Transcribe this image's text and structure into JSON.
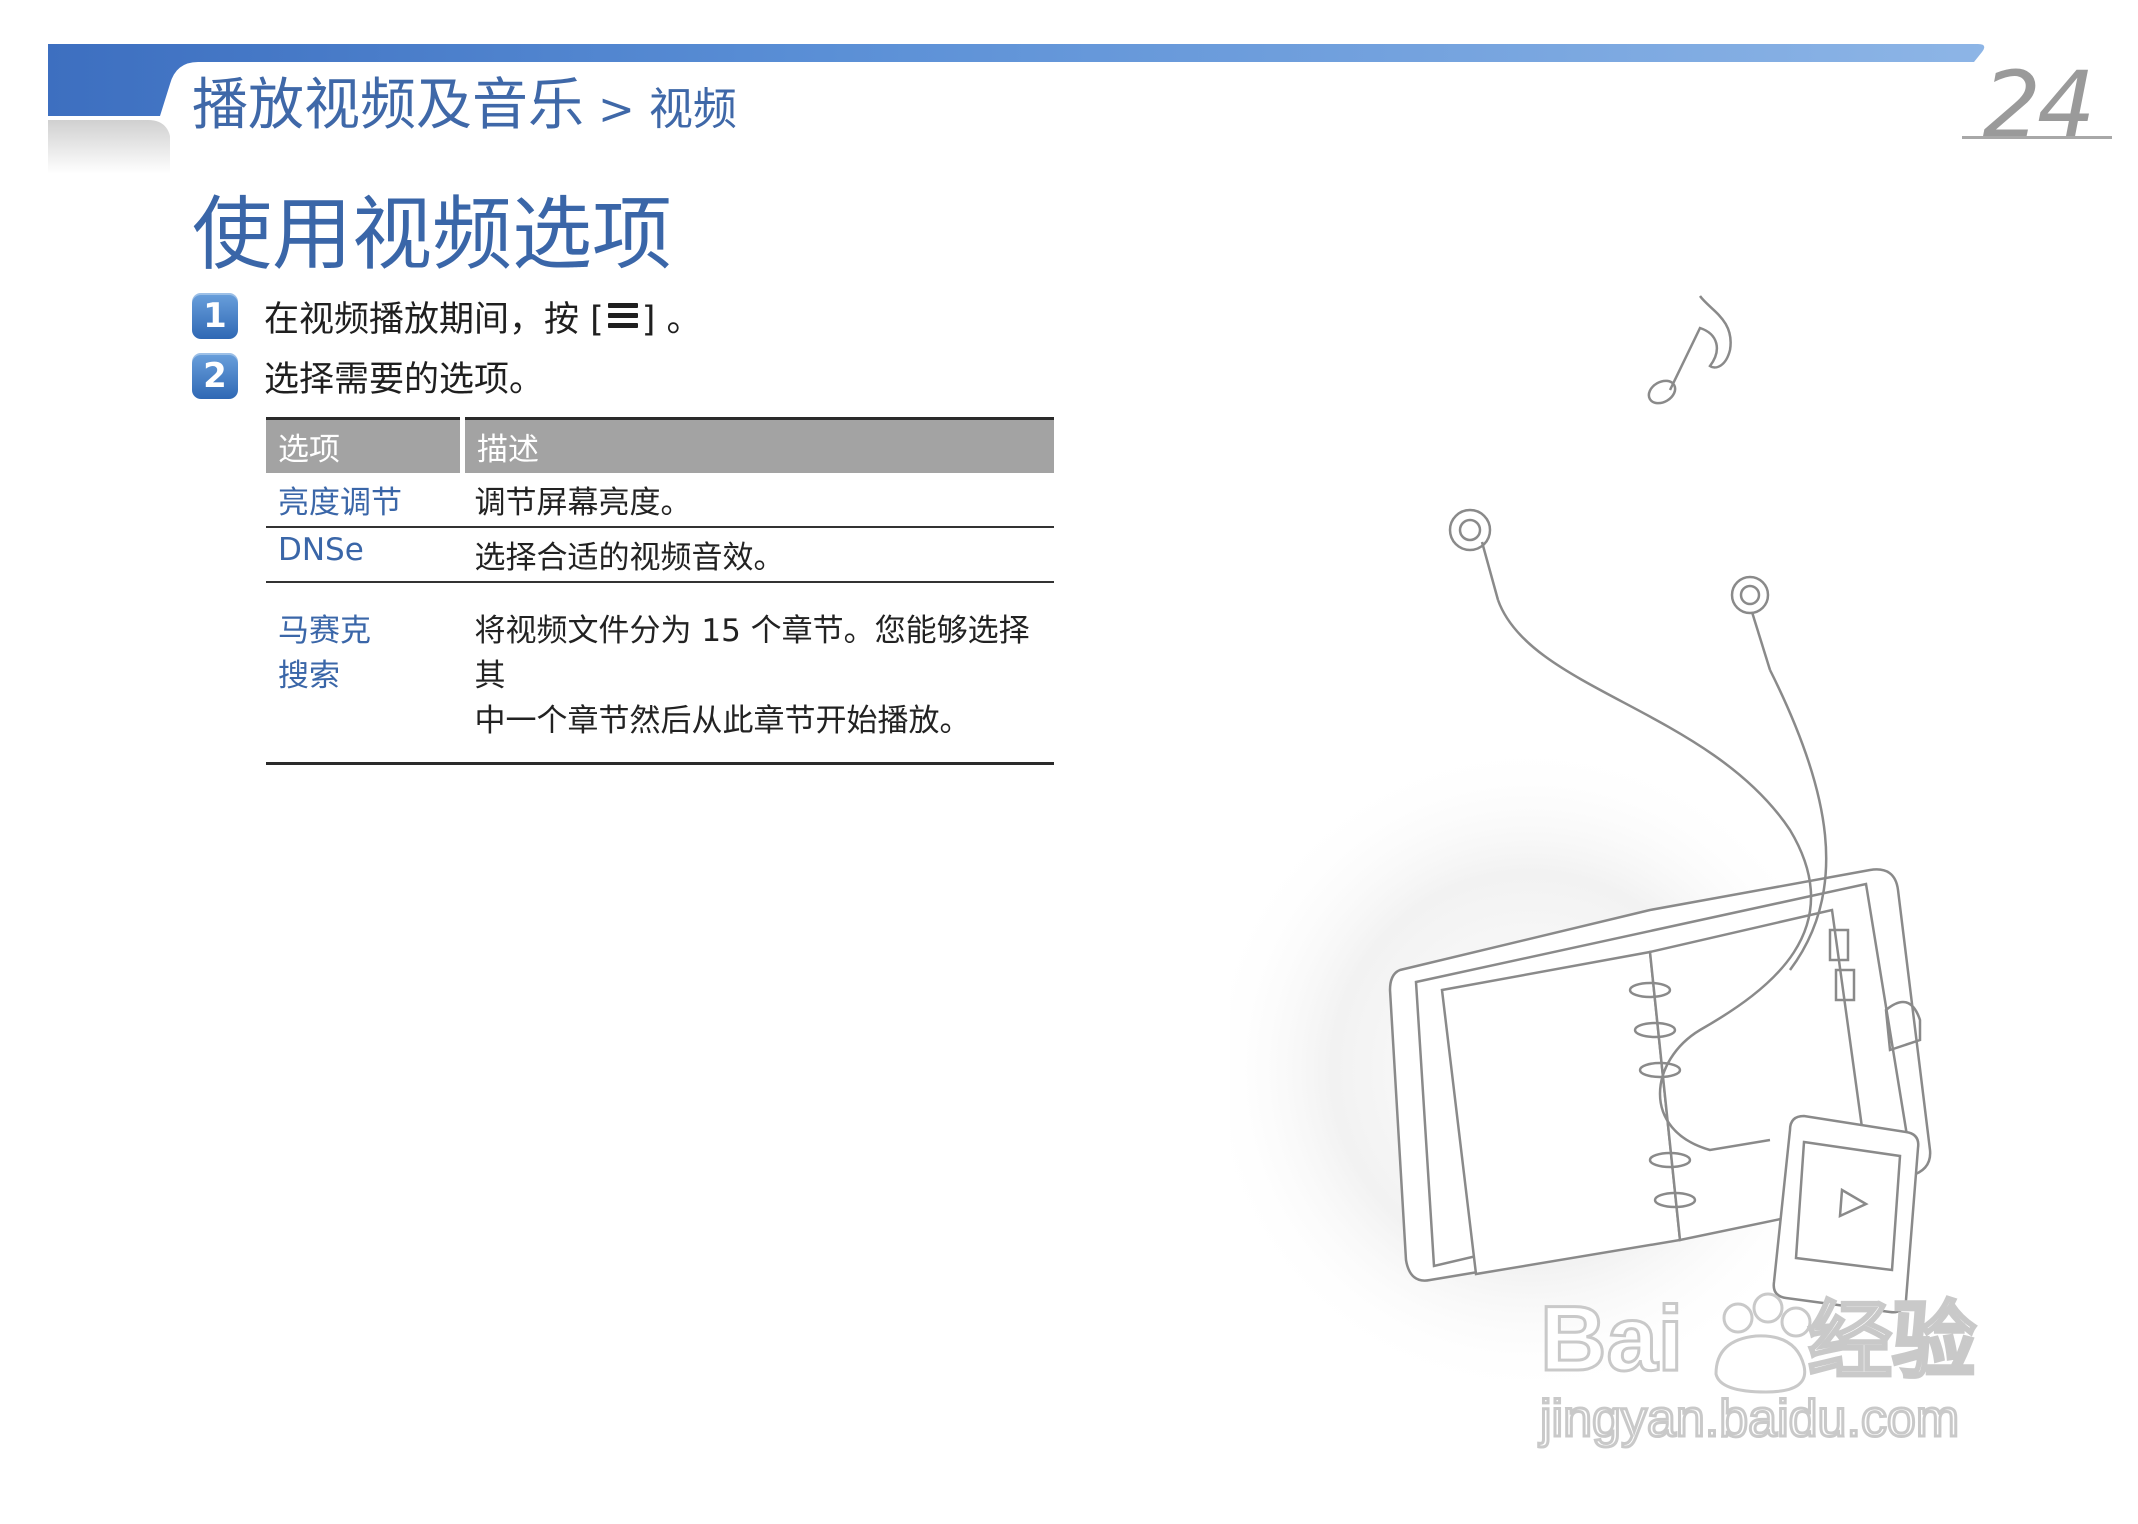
{
  "header": {
    "section": "播放视频及音乐",
    "separator": ">",
    "subsection": "视频",
    "page_number": "24",
    "accent_color": "#4f86cf"
  },
  "page_title": "使用视频选项",
  "steps": [
    {
      "number": "1",
      "text_before": "在视频播放期间，按 [",
      "icon": "menu-icon",
      "text_after": "] 。"
    },
    {
      "number": "2",
      "text": "选择需要的选项。"
    }
  ],
  "table": {
    "headers": [
      "选项",
      "描述"
    ],
    "rows": [
      {
        "option": "亮度调节",
        "description": "调节屏幕亮度。"
      },
      {
        "option": "DNSe",
        "description": "选择合适的视频音效。"
      },
      {
        "option_line1": "马赛克",
        "option_line2": "搜索",
        "description_line1": "将视频文件分为 15 个章节。您能够选择其",
        "description_line2": "中一个章节然后从此章节开始播放。"
      }
    ]
  },
  "illustration": {
    "subject": "organizer-with-earphones-and-player",
    "icons": [
      "music-note-icon",
      "play-icon"
    ]
  },
  "watermark": {
    "brand": "Bai",
    "brand_cn": "经验",
    "url": "jingyan.baidu.com"
  }
}
